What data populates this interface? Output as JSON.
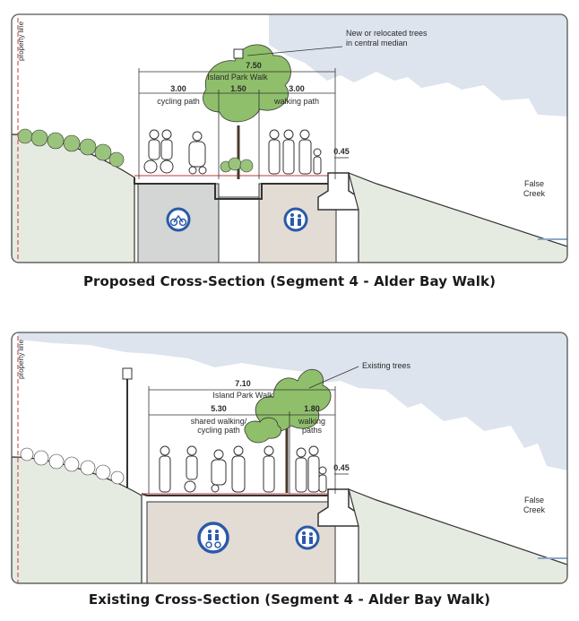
{
  "proposed": {
    "caption": "Proposed Cross-Section (Segment 4 - Alder Bay Walk)",
    "property_line": "property line",
    "tree_note_line1": "New or relocated trees",
    "tree_note_line2": "in central median",
    "total_width": "7.50",
    "total_label": "Island Park Walk",
    "dim_left": "3.00",
    "dim_mid": "1.50",
    "dim_right": "3.00",
    "left_label": "cycling path",
    "right_label": "walking path",
    "curb_width": "0.45",
    "water_line1": "False",
    "water_line2": "Creek"
  },
  "existing": {
    "caption": "Existing Cross-Section (Segment 4 - Alder Bay Walk)",
    "property_line": "property line",
    "tree_note": "Existing trees",
    "total_width": "7.10",
    "total_label": "Island Park Walk",
    "dim_left": "5.30",
    "dim_right": "1.80",
    "left_label_line1": "shared walking/",
    "left_label_line2": "cycling path",
    "right_label_line1": "walking",
    "right_label_line2": "paths",
    "curb_width": "0.45",
    "water_line1": "False",
    "water_line2": "Creek"
  },
  "colors": {
    "sky": "#dde4ee",
    "ground": "#e6ebe2",
    "cycle_zone": "#d4d6d6",
    "walk_zone": "#e3dcd4",
    "tree": "#8fbf6a",
    "icon_blue": "#2a5aa8",
    "red_line": "#c23a3a"
  }
}
